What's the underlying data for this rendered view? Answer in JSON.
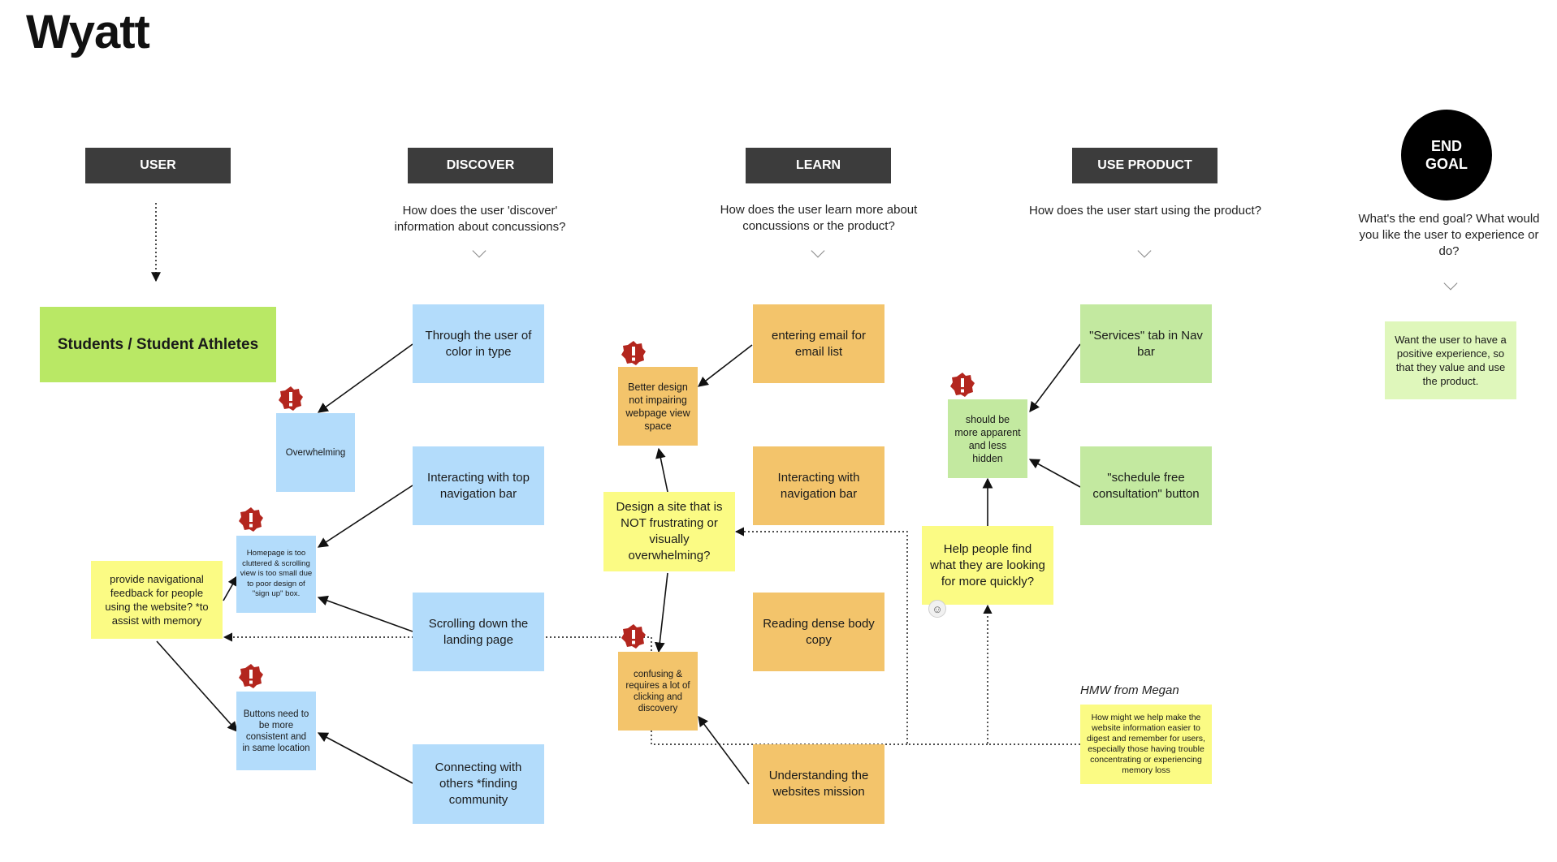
{
  "title": "Wyatt",
  "columns": {
    "user": {
      "label": "USER"
    },
    "discover": {
      "label": "DISCOVER",
      "question": "How does the user 'discover' information about concussions?"
    },
    "learn": {
      "label": "LEARN",
      "question": "How does the user learn more about concussions or the product?"
    },
    "use_product": {
      "label": "USE PRODUCT",
      "question": "How does the user start using the product?"
    },
    "end_goal": {
      "label": "END GOAL",
      "question": "What's the end goal? What would you like the user to experience or do?"
    }
  },
  "notes": {
    "students": "Students / Student Athletes",
    "through_color": "Through the user of color in type",
    "interacting_top_nav": "Interacting with top navigation bar",
    "scrolling": "Scrolling down the landing page",
    "connecting": "Connecting with others *finding community",
    "overwhelming": "Overwhelming",
    "homepage_cluttered": "Homepage is too cluttered & scrolling view is too small due to poor design of \"sign up\" box.",
    "buttons_consistent": "Buttons need to be more consistent and in same location",
    "nav_feedback": "provide navigational feedback for people using the website? *to assist with memory",
    "entering_email": "entering email for email list",
    "interacting_nav": "Interacting with navigation bar",
    "reading_dense": "Reading dense body copy",
    "understanding_mission": "Understanding the websites mission",
    "better_design": "Better design not impairing webpage view space",
    "design_site": "Design a site that is NOT frustrating or visually overwhelming?",
    "confusing": "confusing & requires a lot of clicking and discovery",
    "services_tab": "\"Services\" tab in Nav bar",
    "schedule_free": "\"schedule free consultation\" button",
    "should_be_apparent": "should be more apparent and less hidden",
    "help_people": "Help people find what they are looking for more quickly?",
    "hmw_label": "HMW from Megan",
    "hmw_note": "How might we help make the website information easier to digest and remember for users, especially those having trouble concentrating or experiencing memory loss",
    "end_goal_note": "Want the user to have a positive experience, so that they value and use the product."
  },
  "colors": {
    "header_bg": "#3c3c3c",
    "blue_note": "#b3dcfb",
    "orange_note": "#f3c46b",
    "yellow_note": "#fbfb84",
    "green_note": "#c3e9a0",
    "lime_note": "#b9e865",
    "light_green_note": "#dff7bb",
    "warning": "#b3261e"
  },
  "icons": {
    "warning": "warning-badge-icon",
    "chevron": "chevron-down-icon",
    "add": "add-reaction-icon"
  }
}
